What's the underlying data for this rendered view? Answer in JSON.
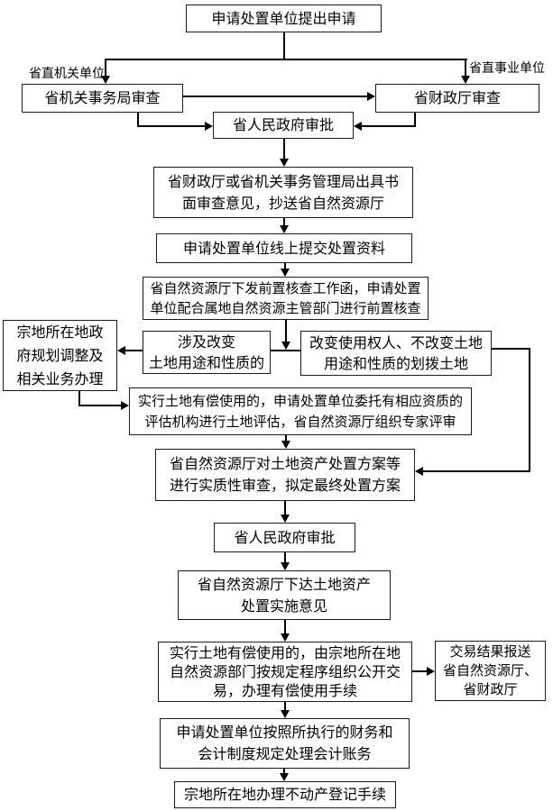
{
  "canvas": {
    "background": "#ffffff",
    "line_color": "#000000",
    "box_border_color": "#1c1c1c",
    "box_fill": "#ffffff",
    "text_color": "#000000"
  },
  "flowchart": {
    "nodes": [
      {
        "id": "submit-application",
        "text": "申请处置单位提出申请"
      },
      {
        "id": "org-affairs-review",
        "text": "省机关事务局审查"
      },
      {
        "id": "finance-review",
        "text": "省财政厅审查"
      },
      {
        "id": "gov-approval-1",
        "text": "省人民政府审批"
      },
      {
        "id": "written-opinion",
        "text": "省财政厅或省机关事务管理局出具书\n面审查意见，抄送省自然资源厅"
      },
      {
        "id": "online-submit",
        "text": "申请处置单位线上提交处置资料"
      },
      {
        "id": "pre-check",
        "text": "省自然资源厅下发前置核查工作函，申请处置\n单位配合属地自然资源主管部门进行前置核查"
      },
      {
        "id": "local-planning",
        "text": "宗地所在地政\n府规划调整及\n相关业务办理"
      },
      {
        "id": "change-use",
        "text": "涉及改变\n土地用途和性质的"
      },
      {
        "id": "change-holder",
        "text": "改变使用权人、不改变土地\n用途和性质的划拨土地"
      },
      {
        "id": "land-evaluation",
        "text": "实行土地有偿使用的，申请处置单位委托有相应资质的\n评估机构进行土地评估，省自然资源厅组织专家评审"
      },
      {
        "id": "substantive-review",
        "text": "省自然资源厅对土地资产处置方案等\n进行实质性审查，拟定最终处置方案"
      },
      {
        "id": "gov-approval-2",
        "text": "省人民政府审批"
      },
      {
        "id": "implementation-opinion",
        "text": "省自然资源厅下达土地资产\n处置实施意见"
      },
      {
        "id": "public-trade",
        "text": "实行土地有偿使用的，由宗地所在地\n自然资源部门按规定程序组织公开交\n易，办理有偿使用手续"
      },
      {
        "id": "report-result",
        "text": "交易结果报送\n省自然资源厅、\n省财政厅"
      },
      {
        "id": "accounting",
        "text": "申请处置单位按照所执行的财务和\n会计制度规定处理会计账务"
      },
      {
        "id": "registration",
        "text": "宗地所在地办理不动产登记手续"
      }
    ],
    "edges": [
      {
        "from": "submit-application",
        "to": "org-affairs-review",
        "label": "省直机关单位"
      },
      {
        "from": "submit-application",
        "to": "finance-review",
        "label": "省直事业单位"
      },
      {
        "from": "org-affairs-review",
        "to": "finance-review"
      },
      {
        "from": "org-affairs-review",
        "to": "gov-approval-1"
      },
      {
        "from": "finance-review",
        "to": "gov-approval-1"
      },
      {
        "from": "gov-approval-1",
        "to": "written-opinion"
      },
      {
        "from": "written-opinion",
        "to": "online-submit"
      },
      {
        "from": "online-submit",
        "to": "pre-check"
      },
      {
        "from": "pre-check",
        "to": "change-use"
      },
      {
        "from": "pre-check",
        "to": "change-holder"
      },
      {
        "from": "change-use",
        "to": "local-planning"
      },
      {
        "from": "local-planning",
        "to": "land-evaluation"
      },
      {
        "from": "change-holder",
        "to": "substantive-review"
      },
      {
        "from": "land-evaluation",
        "to": "substantive-review"
      },
      {
        "from": "substantive-review",
        "to": "gov-approval-2"
      },
      {
        "from": "gov-approval-2",
        "to": "implementation-opinion"
      },
      {
        "from": "implementation-opinion",
        "to": "public-trade"
      },
      {
        "from": "public-trade",
        "to": "report-result"
      },
      {
        "from": "public-trade",
        "to": "accounting"
      },
      {
        "from": "accounting",
        "to": "registration"
      }
    ]
  }
}
